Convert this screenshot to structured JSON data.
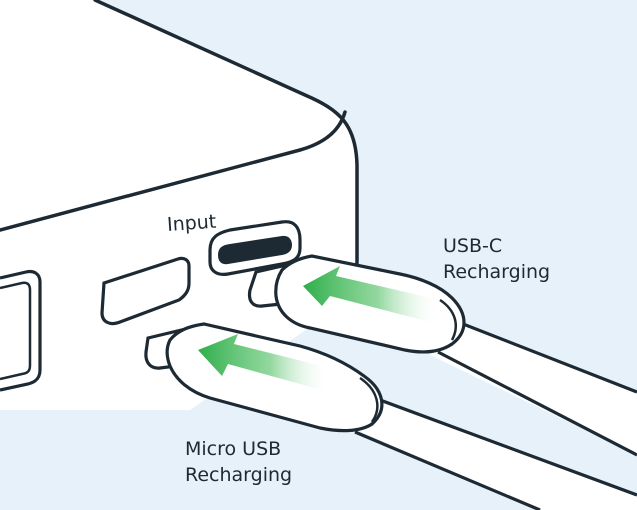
{
  "labels": {
    "input_port": "Input",
    "usb_c_line1": "USB-C",
    "usb_c_line2": "Recharging",
    "micro_usb_line1": "Micro USB",
    "micro_usb_line2": "Recharging"
  },
  "colors": {
    "background": "#e6f1fa",
    "device_body": "#ffffff",
    "outline": "#1e2a33",
    "arrow_green": "#2eae4a",
    "port_fill": "#1e2a33"
  }
}
